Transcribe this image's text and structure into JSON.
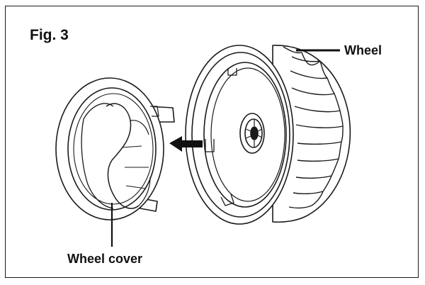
{
  "figure": {
    "title": "Fig. 3"
  },
  "labels": {
    "wheel": "Wheel",
    "wheel_cover": "Wheel cover"
  },
  "colors": {
    "line": "#1a1a1a",
    "arrow": "#111111",
    "background": "#ffffff"
  },
  "icons": {
    "direction": "arrow-left-icon"
  }
}
